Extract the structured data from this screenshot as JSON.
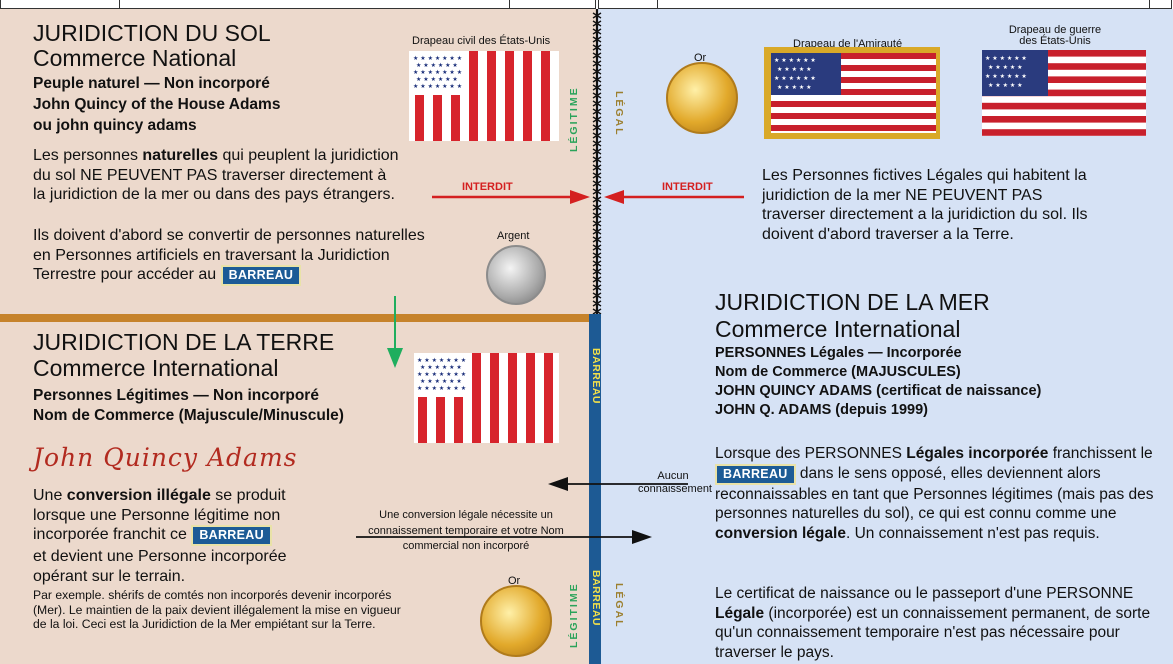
{
  "soil": {
    "title": "JURIDICTION DU SOL",
    "subtitle": "Commerce National",
    "line1": "Peuple naturel — Non incorporé",
    "line2": "John Quincy of the House Adams",
    "line3": "ou john quincy adams",
    "para_a": "Les personnes ",
    "para_b": "naturelles",
    "para_c": " qui peuplent la juridiction du sol NE PEUVENT PAS traverser directement à la juridiction de la mer ou dans des pays étrangers.",
    "para2": "Ils doivent d'abord se convertir de personnes naturelles en Personnes artificiels en traversant la Juridiction Terrestre pour accéder au ",
    "civil_flag_label": "Drapeau civil des États-Unis",
    "silver_label": "Argent",
    "legitime_label": "LÉGITIME",
    "legal_label": "LÉGAL"
  },
  "sea_top": {
    "gold_label": "Or",
    "admiralty_label": "Drapeau de l'Amirauté",
    "war_flag_label": "Drapeau de guerre des États-Unis",
    "fictive_text": "Les Personnes fictives Légales qui habitent la juridiction de la mer NE PEUVENT PAS traverser directement a la juridiction du sol. Ils doivent d'abord traverser a la Terre."
  },
  "arrows": {
    "interdit_left": "INTERDIT",
    "interdit_right": "INTERDIT",
    "aucun": "Aucun connaissement",
    "conversion_note": "Une conversion légale nécessite un connaissement temporaire et votre Nom commercial non incorporé"
  },
  "barreau": {
    "badge": "BARREAU",
    "bar_label_top": "BARREAU",
    "bar_label_bottom": "BARREAU"
  },
  "land": {
    "title": "JURIDICTION DE LA TERRE",
    "subtitle": "Commerce International",
    "line1": "Personnes Légitimes — Non incorporé",
    "line2": "Nom de Commerce (Majuscule/Minuscule)",
    "signature": "John Quincy Adams",
    "p_a": "Une ",
    "p_b": "conversion illégale",
    "p_c": " se produit lorsque une Personne légitime non incorporée franchit ce ",
    "p_d": "et devient une Personne incorporée opérant sur le terrain.",
    "example": "Par exemple. shérifs de comtés non incorporés devenir incorporés (Mer). Le maintien de la paix devient illégalement la mise en vigueur de la loi. Ceci est la Juridiction de la Mer empiétant sur la Terre.",
    "gold_label": "Or",
    "legitime_label": "LÉGITIME",
    "legal_label": "LÉGAL"
  },
  "sea": {
    "title": "JURIDICTION DE LA MER",
    "subtitle": "Commerce International",
    "line1": "PERSONNES Légales  — Incorporée",
    "line2": "Nom de Commerce (MAJUSCULES)",
    "line3": "JOHN QUINCY ADAMS (certificat de naissance)",
    "line4": "JOHN Q. ADAMS (depuis 1999)",
    "p1_a": "Lorsque des PERSONNES ",
    "p1_b": "Légales incorporée",
    "p1_c": " franchissent le ",
    "p1_d": " dans le sens opposé, elles deviennent alors reconnaissables en tant que Personnes légitimes (mais pas des personnes naturelles du sol), ce qui est connu comme une ",
    "p1_e": "conversion légale",
    "p1_f": ". Un connaissement n'est pas requis.",
    "p2_a": "Le certificat de naissance ou le passeport d'une PERSONNE ",
    "p2_b": "Légale",
    "p2_c": " (incorporée) est un connaissement permanent, de sorte qu'un connaissement temporaire n'est pas nécessaire pour traverser le pays."
  },
  "colors": {
    "soil_bg": "#ecd9cc",
    "sea_bg": "#d6e2f5",
    "divider": "#c6832b",
    "bar": "#1d5a94",
    "red_arrow": "#d42020",
    "green_arrow": "#1fae5e"
  }
}
